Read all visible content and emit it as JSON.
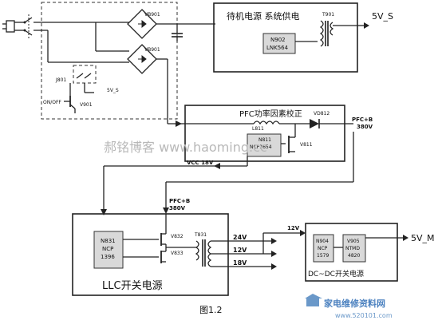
{
  "standby": {
    "title": "待机电源  系统供电",
    "chip": [
      "N902",
      "LNK564"
    ],
    "transformer": "T901",
    "output": "5V_S"
  },
  "input": {
    "bridge1": "VB901",
    "bridge2": "VB901",
    "relay": "J801",
    "relay_supply": "5V_S",
    "onoff": "ON/OFF",
    "transistor": "V901"
  },
  "pfc": {
    "title": "PFC功率因素校正",
    "inductor": "L811",
    "chip": [
      "N811",
      "NCP1654"
    ],
    "diode": "VD812",
    "fet": "V811",
    "out_label": [
      "PFC+B",
      "380V"
    ],
    "vcc": "VCC  18V"
  },
  "llc": {
    "title": "LLC开关电源",
    "chip": [
      "N831",
      "NCP",
      "1396"
    ],
    "fet1": "V832",
    "fet2": "V833",
    "transformer": "T831",
    "bus": [
      "PFC+B",
      "380V"
    ],
    "outputs": [
      "24V",
      "12V",
      "18V"
    ]
  },
  "dcdc": {
    "title": "DC~DC开关电源",
    "input": "12V",
    "chip1": [
      "N904",
      "NCP",
      "1579"
    ],
    "chip2": [
      "V905",
      "NTMD",
      "4820"
    ],
    "output": "5V_M"
  },
  "watermark": "郝铭博客 www.haoming.cc",
  "caption": "图1.2",
  "logo": {
    "text": "家电维修资料网",
    "url": "www.520101.com"
  }
}
